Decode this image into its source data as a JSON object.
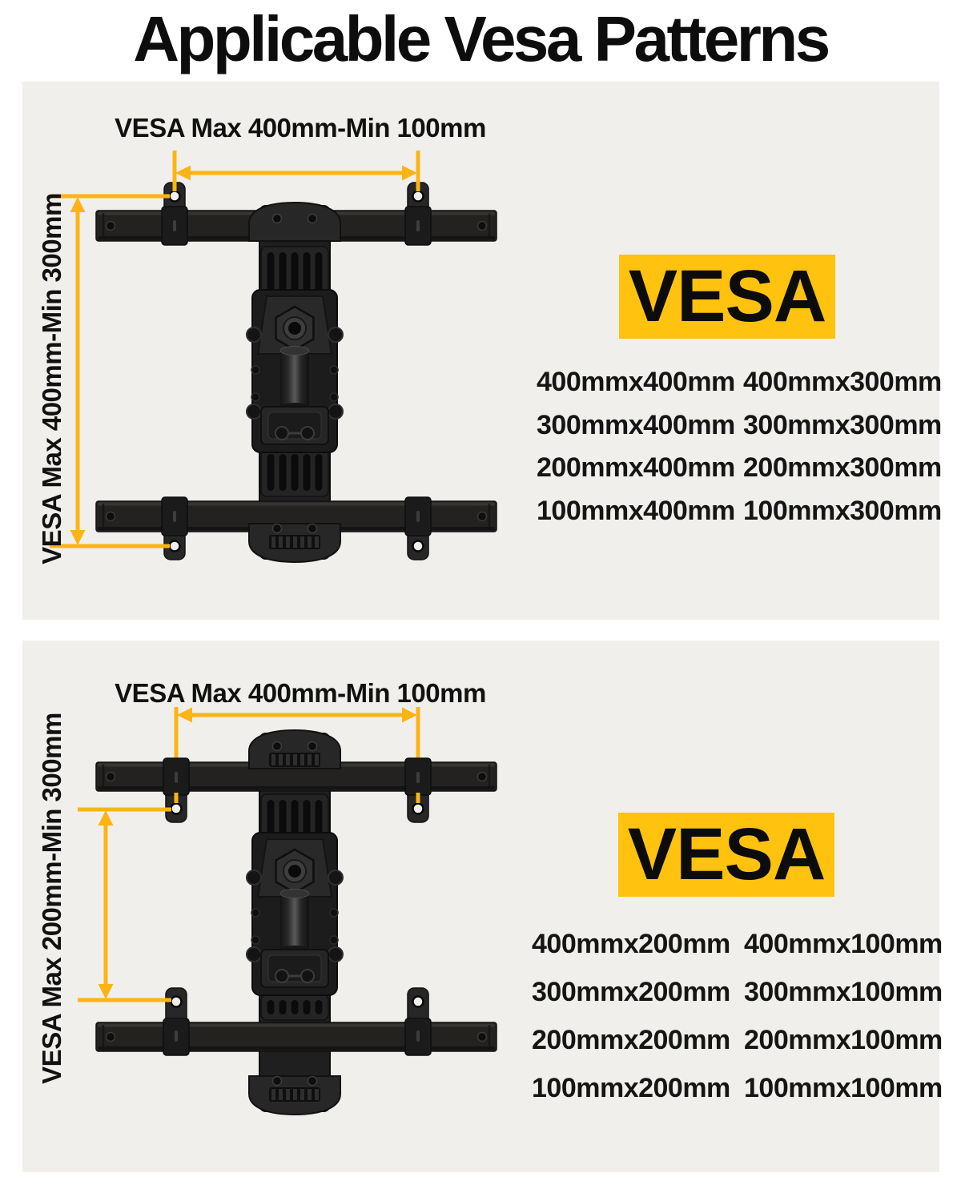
{
  "title": "Applicable Vesa Patterns",
  "colors": {
    "page_bg": "#ffffff",
    "panel_bg": "#f0efeb",
    "arrow_yellow": "#fcb415",
    "badge_yellow": "#ffc20e",
    "text_dark": "#111111",
    "bracket_black": "#1f1f1f"
  },
  "panels": [
    {
      "horizontal_dim_label": "VESA Max 400mm-Min 100mm",
      "vertical_dim_label": "VESA Max 400mm-Min 300mm",
      "badge_label": "VESA",
      "vesa_sizes_col1": [
        "400mmx400mm",
        "300mmx400mm",
        "200mmx400mm",
        "100mmx400mm"
      ],
      "vesa_sizes_col2": [
        "400mmx300mm",
        "300mmx300mm",
        "200mmx300mm",
        "100mmx300mm"
      ]
    },
    {
      "horizontal_dim_label": "VESA Max 400mm-Min 100mm",
      "vertical_dim_label": "VESA Max 200mm-Min 300mm",
      "badge_label": "VESA",
      "vesa_sizes_col1": [
        "400mmx200mm",
        "300mmx200mm",
        "200mmx200mm",
        "100mmx200mm"
      ],
      "vesa_sizes_col2": [
        "400mmx100mm",
        "300mmx100mm",
        "200mmx100mm",
        "100mmx100mm"
      ]
    }
  ]
}
